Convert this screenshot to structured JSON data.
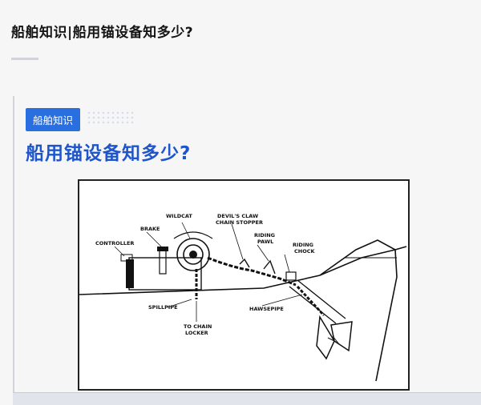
{
  "header": {
    "title": "船舶知识|船用锚设备知多少?"
  },
  "article": {
    "badge": "船舶知识",
    "heading": "船用锚设备知多少?"
  },
  "diagram": {
    "labels": {
      "wildcat": "WILDCAT",
      "brake": "BRAKE",
      "controller": "CONTROLLER",
      "devils_claw_1": "DEVIL'S CLAW",
      "devils_claw_2": "CHAIN STOPPER",
      "riding_pawl_1": "RIDING",
      "riding_pawl_2": "PAWL",
      "riding_chock_1": "RIDING",
      "riding_chock_2": "CHOCK",
      "spillpipe": "SPILLPIPE",
      "hawsepipe": "HAWSEPIPE",
      "chain_locker_1": "TO CHAIN",
      "chain_locker_2": "LOCKER"
    }
  }
}
